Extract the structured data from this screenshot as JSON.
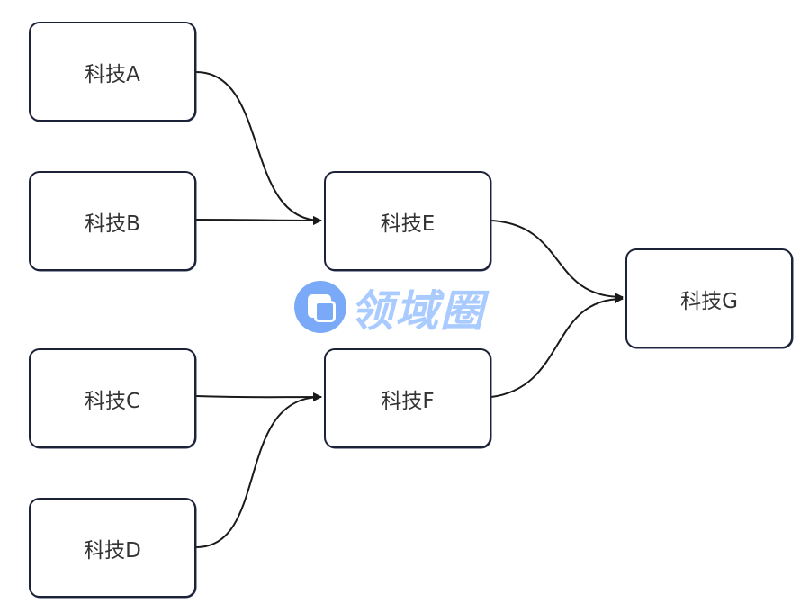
{
  "diagram": {
    "type": "flowchart",
    "nodes": [
      {
        "id": "A",
        "label": "科技A"
      },
      {
        "id": "B",
        "label": "科技B"
      },
      {
        "id": "C",
        "label": "科技C"
      },
      {
        "id": "D",
        "label": "科技D"
      },
      {
        "id": "E",
        "label": "科技E"
      },
      {
        "id": "F",
        "label": "科技F"
      },
      {
        "id": "G",
        "label": "科技G"
      }
    ],
    "edges": [
      {
        "from": "A",
        "to": "E"
      },
      {
        "from": "B",
        "to": "E"
      },
      {
        "from": "C",
        "to": "F"
      },
      {
        "from": "D",
        "to": "F"
      },
      {
        "from": "E",
        "to": "G"
      },
      {
        "from": "F",
        "to": "G"
      }
    ]
  },
  "watermark": {
    "text": "领域圈",
    "icon": "overlapping-squares-logo"
  },
  "colors": {
    "border": "#1c2238",
    "edge": "#1a1a1a",
    "watermark": "#7aaaf7"
  }
}
